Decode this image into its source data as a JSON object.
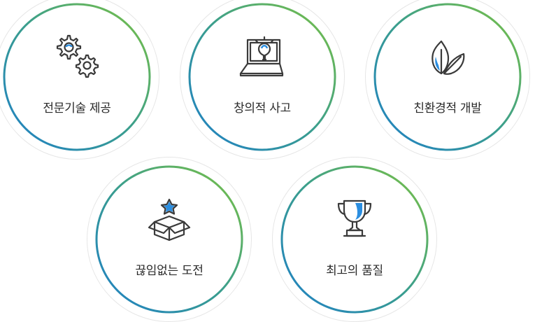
{
  "features": [
    {
      "label": "전문기술 제공",
      "icon": "gears-icon"
    },
    {
      "label": "창의적 사고",
      "icon": "laptop-lightbulb-icon"
    },
    {
      "label": "친환경적 개발",
      "icon": "leaves-icon"
    },
    {
      "label": "끊임없는 도전",
      "icon": "box-star-icon"
    },
    {
      "label": "최고의 품질",
      "icon": "trophy-icon"
    }
  ],
  "colors": {
    "ring_start": "#1e7fc8",
    "ring_end": "#7cc242",
    "icon_stroke": "#3a3a3a",
    "icon_accent": "#2b8ee0"
  }
}
